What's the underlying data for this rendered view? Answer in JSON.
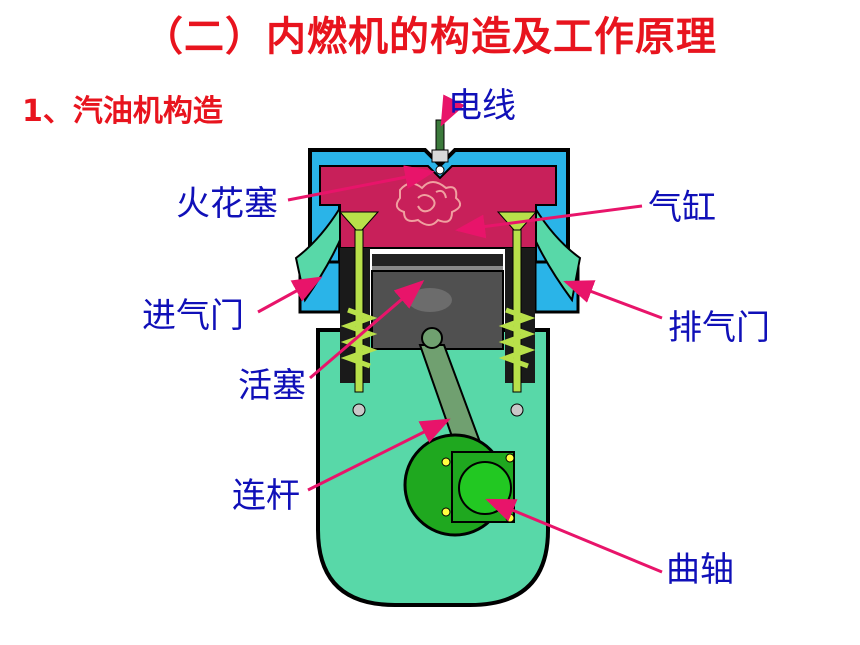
{
  "title": "（二）内燃机的构造及工作原理",
  "subtitle": "1、汽油机构造",
  "labels": {
    "wire": "电线",
    "spark_plug": "火花塞",
    "cylinder": "气缸",
    "intake_valve": "进气门",
    "exhaust_valve": "排气门",
    "piston": "活塞",
    "connecting_rod": "连杆",
    "crankshaft": "曲轴"
  },
  "colors": {
    "title": "#e8141e",
    "label": "#1010b8",
    "arrow": "#e8146a",
    "casing": "#58d8a8",
    "head_blue": "#2ab4e8",
    "chamber": "#c8205a",
    "piston": "#505050",
    "rod": "#70a070",
    "crank": "#1fa81f"
  }
}
